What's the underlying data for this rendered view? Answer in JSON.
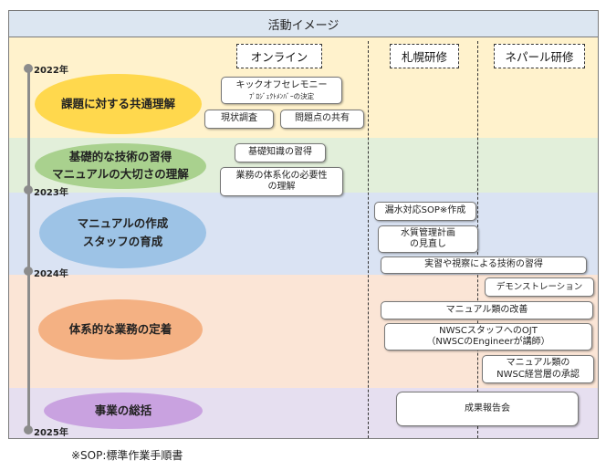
{
  "title": "活動イメージ",
  "columns": [
    "オンライン",
    "札幌研修",
    "ネパール研修"
  ],
  "phases": [
    {
      "lines": [
        "課題に対する共通理解"
      ],
      "color": "#ffd84d",
      "band": "#fff2cc"
    },
    {
      "lines": [
        "基礎的な技術の習得",
        "マニュアルの大切さの理解"
      ],
      "color": "#a9d18e",
      "band": "#e2efda"
    },
    {
      "lines": [
        "マニュアルの作成",
        "スタッフの育成"
      ],
      "color": "#9dc3e6",
      "band": "#dae3f3"
    },
    {
      "lines": [
        "体系的な業務の定着"
      ],
      "color": "#f4b183",
      "band": "#fbe5d6"
    },
    {
      "lines": [
        "事業の総括"
      ],
      "color": "#c9a2e0",
      "band": "#e6dff0"
    }
  ],
  "years": [
    "2022年",
    "2023年",
    "2024年",
    "2025年"
  ],
  "activities": {
    "kickoff": {
      "line1": "キックオフセレモニー",
      "line2": "ﾌﾟﾛｼﾞｪｸﾄﾒﾝﾊﾞｰの決定"
    },
    "survey": "現状調査",
    "share": "問題点の共有",
    "basic": "基礎知識の習得",
    "systematize": {
      "line1": "業務の体系化の必要性",
      "line2": "の理解"
    },
    "sop": "漏水対応SOP※作成",
    "plan": {
      "line1": "水質管理計画",
      "line2": "の見直し"
    },
    "practice": "実習や視察による技術の習得",
    "demo": "デモンストレーション",
    "manual": "マニュアル類の改善",
    "ojt": {
      "line1": "NWSCスタッフへのOJT",
      "line2": "（NWSCのEngineerが講師）"
    },
    "approval": {
      "line1": "マニュアル類の",
      "line2": "NWSC経営層の承認"
    },
    "report": "成果報告会"
  },
  "footnote": "※SOP:標準作業手順書"
}
